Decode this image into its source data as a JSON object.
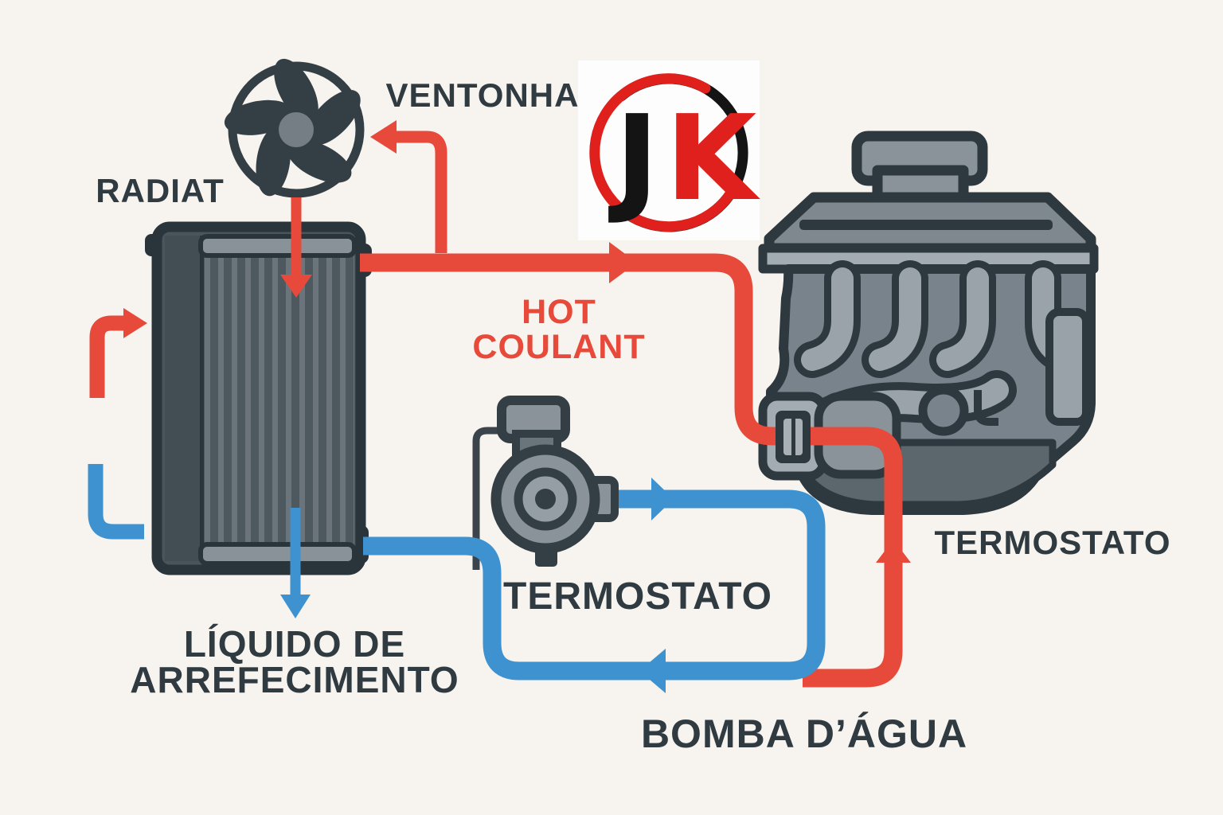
{
  "diagram": {
    "title_labels": {
      "fan": "VENTONHA",
      "radiator": "RADIAT",
      "hot_coolant_line1": "HOT",
      "hot_coolant_line2": "COULANT",
      "thermostat_center": "TERMOSTATO",
      "thermostat_right": "TERMOSTATO",
      "coolant_liquid_line1": "LÍQUIDO DE",
      "coolant_liquid_line2": "ARREFECIMENTO",
      "water_pump": "BOMBA D’ÁGUA"
    },
    "logo": {
      "letter_j": "J",
      "letter_k": "K"
    },
    "icons": [
      "fan-icon",
      "radiator-icon",
      "engine-icon",
      "water-pump-icon",
      "hot-flow-arrow",
      "cold-flow-arrow",
      "jk-logo"
    ],
    "colors": {
      "background": "#f7f3ee",
      "hot": "#e74a3a",
      "cold": "#3d92cf",
      "outline": "#2d383f",
      "text": "#2f3a41",
      "logo_red": "#e0201c",
      "logo_black": "#141414"
    }
  }
}
